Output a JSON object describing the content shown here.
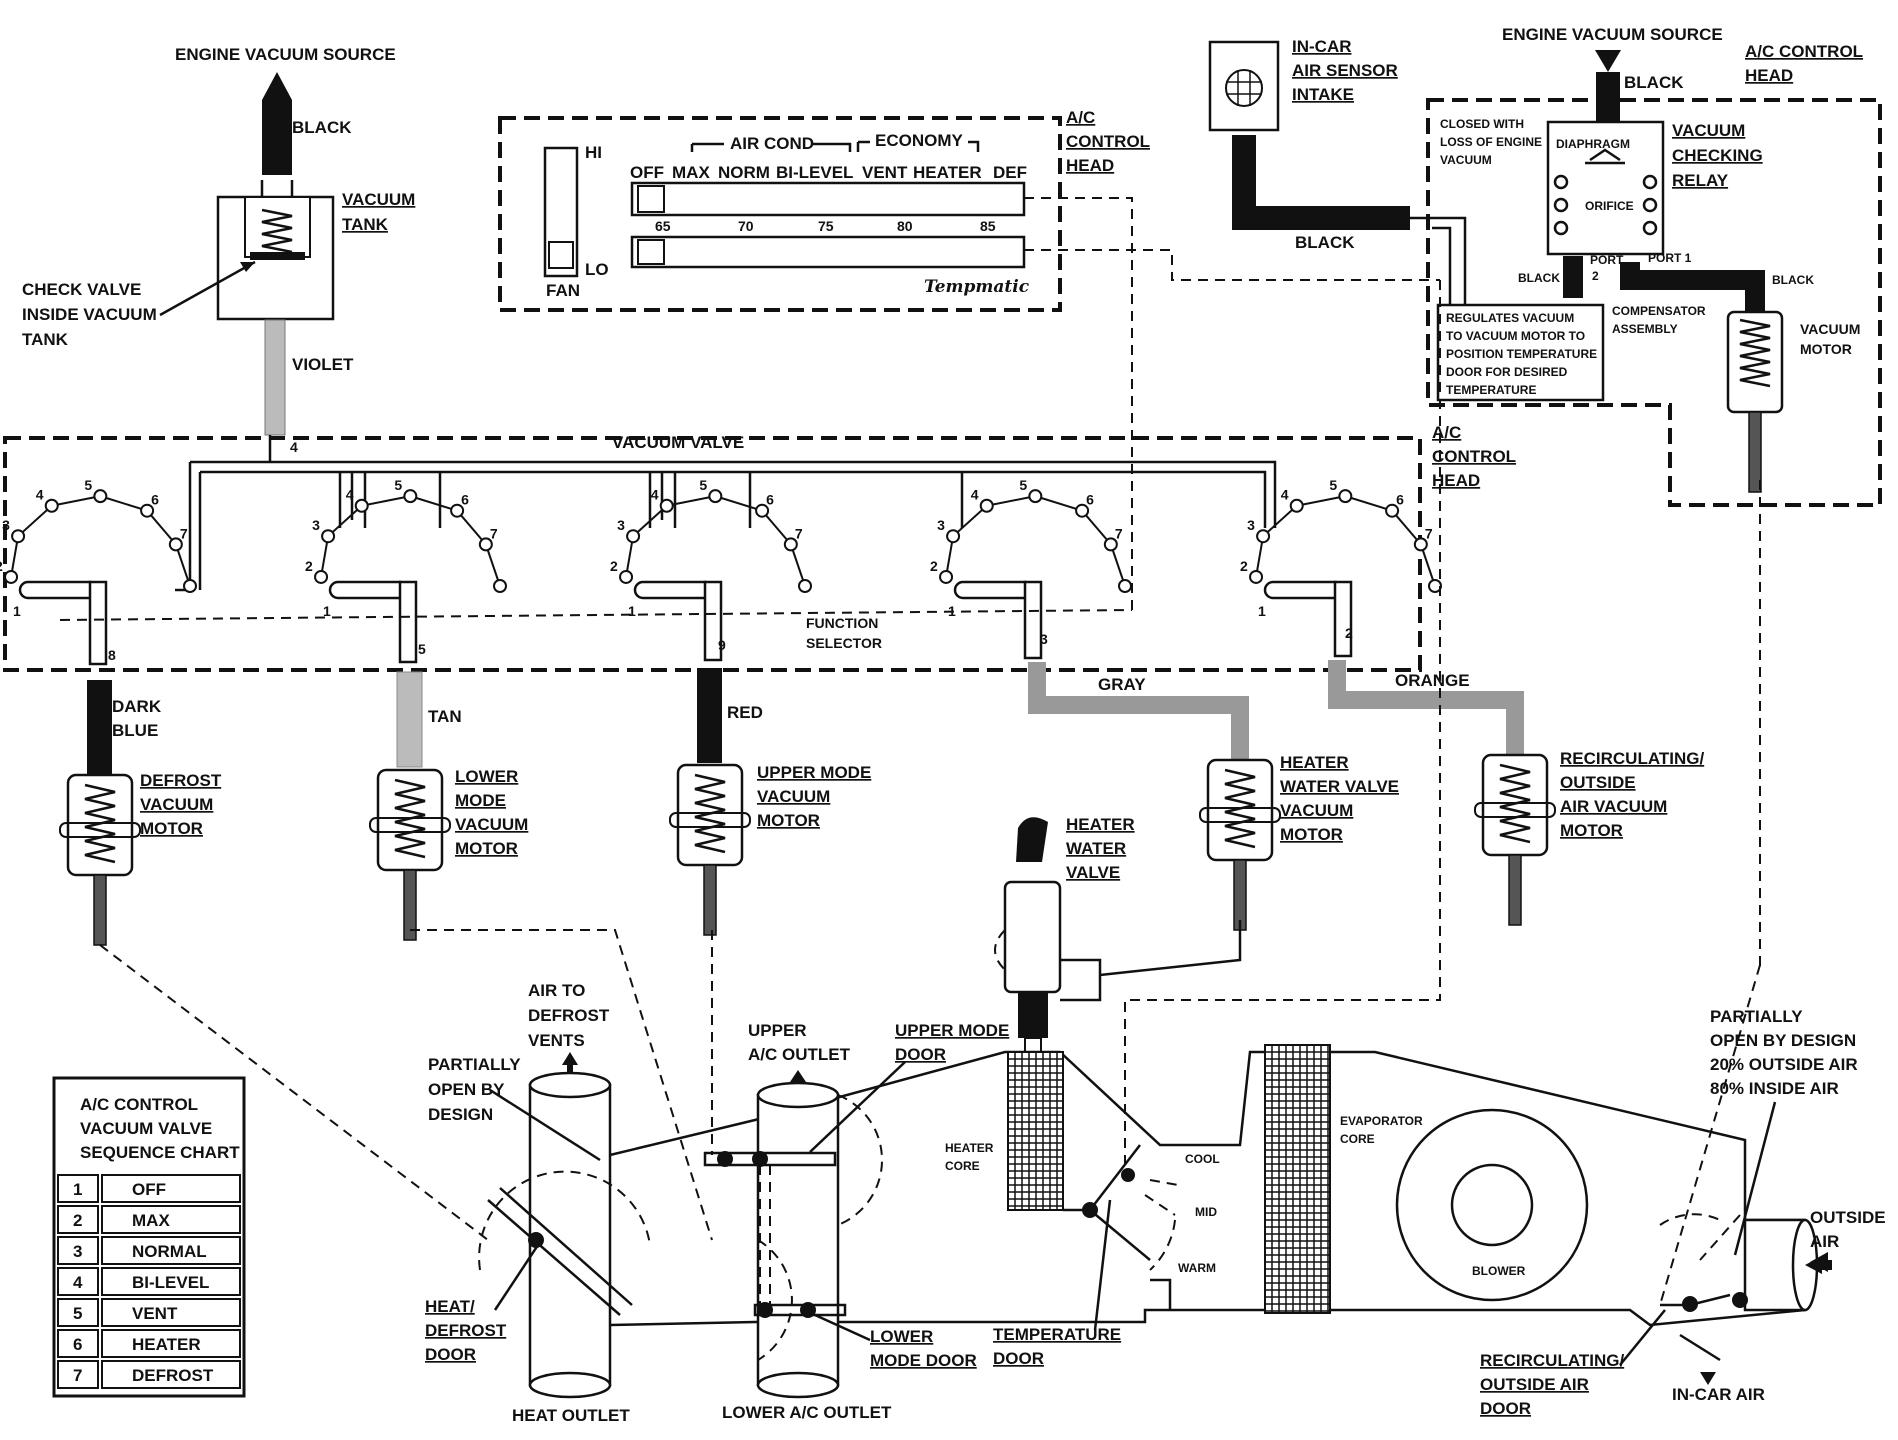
{
  "labels": {
    "engine_vacuum_left": "ENGINE VACUUM SOURCE",
    "black_top": "BLACK",
    "vacuum_tank": [
      "VACUUM",
      "TANK"
    ],
    "check_valve": [
      "CHECK VALVE",
      "INSIDE VACUUM",
      "TANK"
    ],
    "violet": "VIOLET",
    "vacuum_valve": "VACUUM  VALVE",
    "function_selector": [
      "FUNCTION",
      "SELECTOR"
    ],
    "control_head_1": [
      "A/C",
      "CONTROL",
      "HEAD"
    ],
    "control_head_2": [
      "A/C",
      "CONTROL",
      "HEAD"
    ],
    "control_head_3": [
      "A/C  CONTROL",
      "HEAD"
    ],
    "in_car_sensor": [
      "IN-CAR",
      "AIR SENSOR",
      "INTAKE"
    ],
    "black_sensor": "BLACK",
    "engine_vacuum_right": "ENGINE VACUUM SOURCE",
    "black_right": "BLACK",
    "closed_with": [
      "CLOSED WITH",
      "LOSS OF ENGINE",
      "VACUUM"
    ],
    "diaphragm": "DIAPHRAGM",
    "orifice": "ORIFICE",
    "vacuum_checking_relay": [
      "VACUUM",
      "CHECKING",
      "RELAY"
    ],
    "port2": [
      "PORT",
      "2"
    ],
    "port1": "PORT 1",
    "black_p2": "BLACK",
    "black_p1": "BLACK",
    "compensator": [
      "COMPENSATOR",
      "ASSEMBLY"
    ],
    "regulates": [
      "REGULATES VACUUM",
      "TO VACUUM MOTOR TO",
      "POSITION TEMPERATURE",
      "DOOR FOR DESIRED",
      "TEMPERATURE"
    ],
    "vacuum_motor_right": [
      "VACUUM",
      "MOTOR"
    ],
    "hose_dark_blue": [
      "DARK",
      "BLUE"
    ],
    "hose_tan": "TAN",
    "hose_red": "RED",
    "hose_gray": "GRAY",
    "hose_orange": "ORANGE",
    "defrost_motor": [
      "DEFROST",
      "VACUUM",
      "MOTOR"
    ],
    "lower_motor": [
      "LOWER",
      "MODE",
      "VACUUM",
      "MOTOR"
    ],
    "upper_motor": [
      "UPPER MODE",
      "VACUUM",
      "MOTOR"
    ],
    "heater_water_motor": [
      "HEATER",
      "WATER VALVE",
      "VACUUM",
      "MOTOR"
    ],
    "recirc_motor": [
      "RECIRCULATING/",
      "OUTSIDE",
      "AIR VACUUM",
      "MOTOR"
    ],
    "heater_water_valve": [
      "HEATER",
      "WATER",
      "VALVE"
    ],
    "air_to_defrost": [
      "AIR TO",
      "DEFROST",
      "VENTS"
    ],
    "partially_open": [
      "PARTIALLY",
      "OPEN BY",
      "DESIGN"
    ],
    "upper_ac_outlet": [
      "UPPER",
      "A/C OUTLET"
    ],
    "upper_mode_door": [
      "UPPER MODE",
      "DOOR"
    ],
    "heater_core": [
      "HEATER",
      "CORE"
    ],
    "evaporator_core": [
      "EVAPORATOR",
      "CORE"
    ],
    "cool": "COOL",
    "mid": "MID",
    "warm": "WARM",
    "blower": "BLOWER",
    "partially_open_right": [
      "PARTIALLY",
      "OPEN BY DESIGN",
      "20% OUTSIDE AIR",
      "80% INSIDE AIR"
    ],
    "outside_air": [
      "OUTSIDE",
      "AIR"
    ],
    "heat_defrost_door": [
      "HEAT/",
      "DEFROST",
      "DOOR"
    ],
    "lower_mode_door": [
      "LOWER",
      "MODE DOOR"
    ],
    "temperature_door": [
      "TEMPERATURE",
      "DOOR"
    ],
    "recirc_door": [
      "RECIRCULATING/",
      "OUTSIDE AIR",
      "DOOR"
    ],
    "in_car_air": "IN-CAR AIR",
    "heat_outlet": "HEAT OUTLET",
    "lower_ac_outlet": "LOWER A/C OUTLET",
    "port_numbers": [
      "8",
      "5",
      "9",
      "3",
      "2",
      "4"
    ],
    "valve_positions": [
      "1",
      "2",
      "3",
      "4",
      "5",
      "6",
      "7"
    ]
  },
  "control_panel": {
    "hi": "HI",
    "lo": "LO",
    "fan": "FAN",
    "air_cond": "AIR COND",
    "economy": "ECONOMY",
    "modes": [
      "OFF",
      "MAX",
      "NORM",
      "BI-LEVEL",
      "VENT",
      "HEATER",
      "DEF"
    ],
    "temps": [
      "65",
      "70",
      "75",
      "80",
      "85"
    ],
    "brand": "Tempmatic"
  },
  "sequence_chart": {
    "title": [
      "A/C CONTROL",
      "VACUUM VALVE",
      "SEQUENCE CHART"
    ],
    "rows": [
      {
        "num": "1",
        "mode": "OFF"
      },
      {
        "num": "2",
        "mode": "MAX"
      },
      {
        "num": "3",
        "mode": "NORMAL"
      },
      {
        "num": "4",
        "mode": "BI-LEVEL"
      },
      {
        "num": "5",
        "mode": "VENT"
      },
      {
        "num": "6",
        "mode": "HEATER"
      },
      {
        "num": "7",
        "mode": "DEFROST"
      }
    ]
  }
}
